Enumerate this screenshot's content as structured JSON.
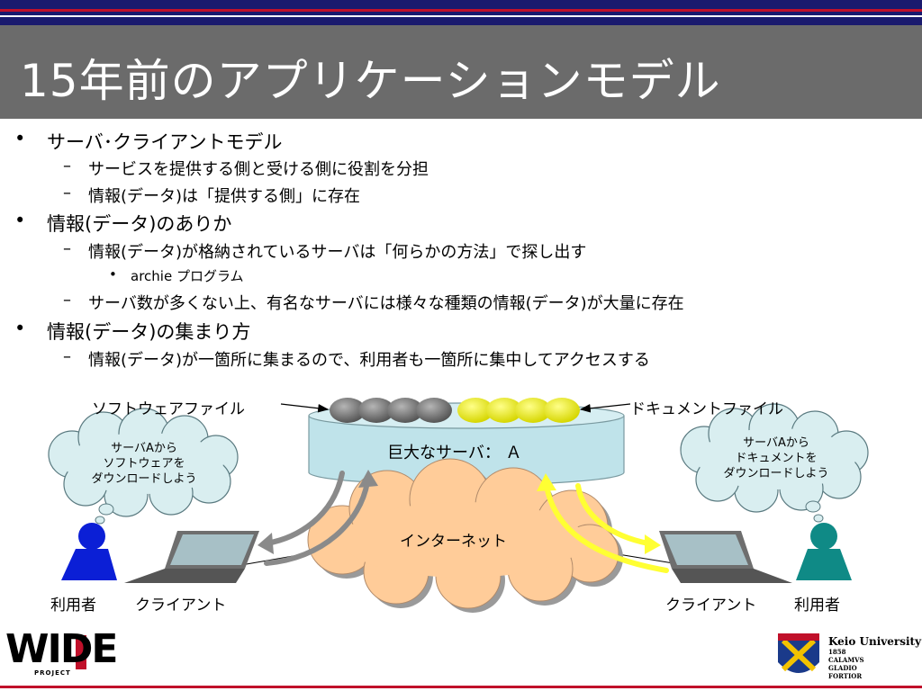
{
  "slide": {
    "title": "15年前のアプリケーションモデル"
  },
  "bullets": [
    {
      "level": 1,
      "text": "サーバ･クライアントモデル"
    },
    {
      "level": 2,
      "text": "サービスを提供する側と受ける側に役割を分担"
    },
    {
      "level": 2,
      "text": "情報(データ)は「提供する側」に存在"
    },
    {
      "level": 1,
      "text": "情報(データ)のありか"
    },
    {
      "level": 2,
      "text": "情報(データ)が格納されているサーバは「何らかの方法」で探し出す"
    },
    {
      "level": 3,
      "text": "archie プログラム"
    },
    {
      "level": 2,
      "text": "サーバ数が多くない上、有名なサーバには様々な種類の情報(データ)が大量に存在"
    },
    {
      "level": 1,
      "text": "情報(データ)の集まり方"
    },
    {
      "level": 2,
      "text": "情報(データ)が一箇所に集まるので、利用者も一箇所に集中してアクセスする"
    }
  ],
  "diagram": {
    "software_file_label": "ソフトウェアファイル",
    "document_file_label": "ドキュメントファイル",
    "server_label": "巨大なサーバ： Ａ",
    "internet_label": "インターネット",
    "left_bubble": [
      "サーバAから",
      "ソフトウェアを",
      "ダウンロードしよう"
    ],
    "right_bubble": [
      "サーバAから",
      "ドキュメントを",
      "ダウンロードしよう"
    ],
    "left_user_label": "利用者",
    "left_client_label": "クライアント",
    "right_client_label": "クライアント",
    "right_user_label": "利用者"
  },
  "logos": {
    "wide": "WIDE",
    "wide_sub": "PROJECT",
    "keio_name": "Keio University",
    "keio_year": "1858",
    "keio_motto": [
      "CALAMVS",
      "GLADIO",
      "FORTIOR"
    ]
  },
  "colors": {
    "title_bg": "#6b6b6b",
    "top_band": "#1a1a6e",
    "accent_red": "#c0102a",
    "server_fill": "#bfe3ea",
    "internet_fill": "#ffcc99",
    "bubble_fill": "#d9eef0",
    "left_user": "#0b1fd6",
    "right_user": "#0f8a86",
    "software_disk": "#7a7a7a",
    "document_disk": "#f5f500",
    "left_arrows": "#8a8a8a",
    "right_arrows": "#ffff33"
  }
}
